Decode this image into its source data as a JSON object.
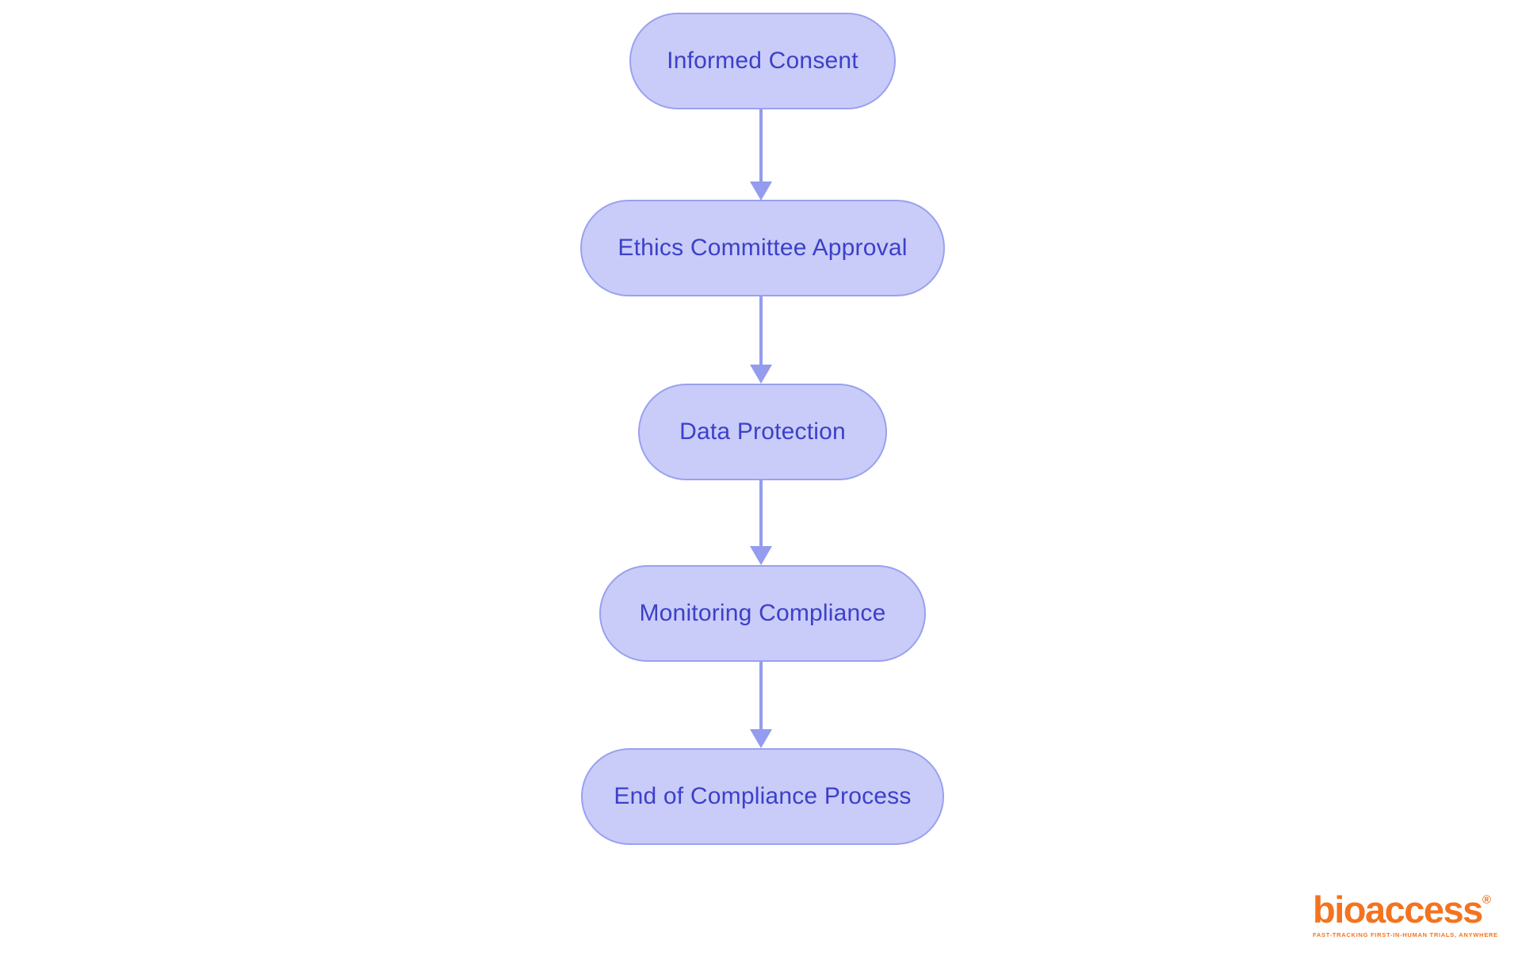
{
  "flowchart": {
    "nodes": [
      {
        "id": "informed-consent",
        "label": "Informed Consent"
      },
      {
        "id": "ethics-committee-approval",
        "label": "Ethics Committee Approval"
      },
      {
        "id": "data-protection",
        "label": "Data Protection"
      },
      {
        "id": "monitoring-compliance",
        "label": "Monitoring Compliance"
      },
      {
        "id": "end-of-compliance-process",
        "label": "End of Compliance Process"
      }
    ],
    "connections": [
      {
        "from": "informed-consent",
        "to": "ethics-committee-approval"
      },
      {
        "from": "ethics-committee-approval",
        "to": "data-protection"
      },
      {
        "from": "data-protection",
        "to": "monitoring-compliance"
      },
      {
        "from": "monitoring-compliance",
        "to": "end-of-compliance-process"
      }
    ],
    "colors": {
      "node_fill": "#c9ccf8",
      "node_border": "#99a1ef",
      "node_text": "#3c40c9",
      "arrow": "#939cee"
    }
  },
  "branding": {
    "logo_text": "bioaccess",
    "registered_mark": "®",
    "tagline": "FAST-TRACKING FIRST-IN-HUMAN TRIALS, ANYWHERE",
    "logo_color": "#f4731f"
  }
}
